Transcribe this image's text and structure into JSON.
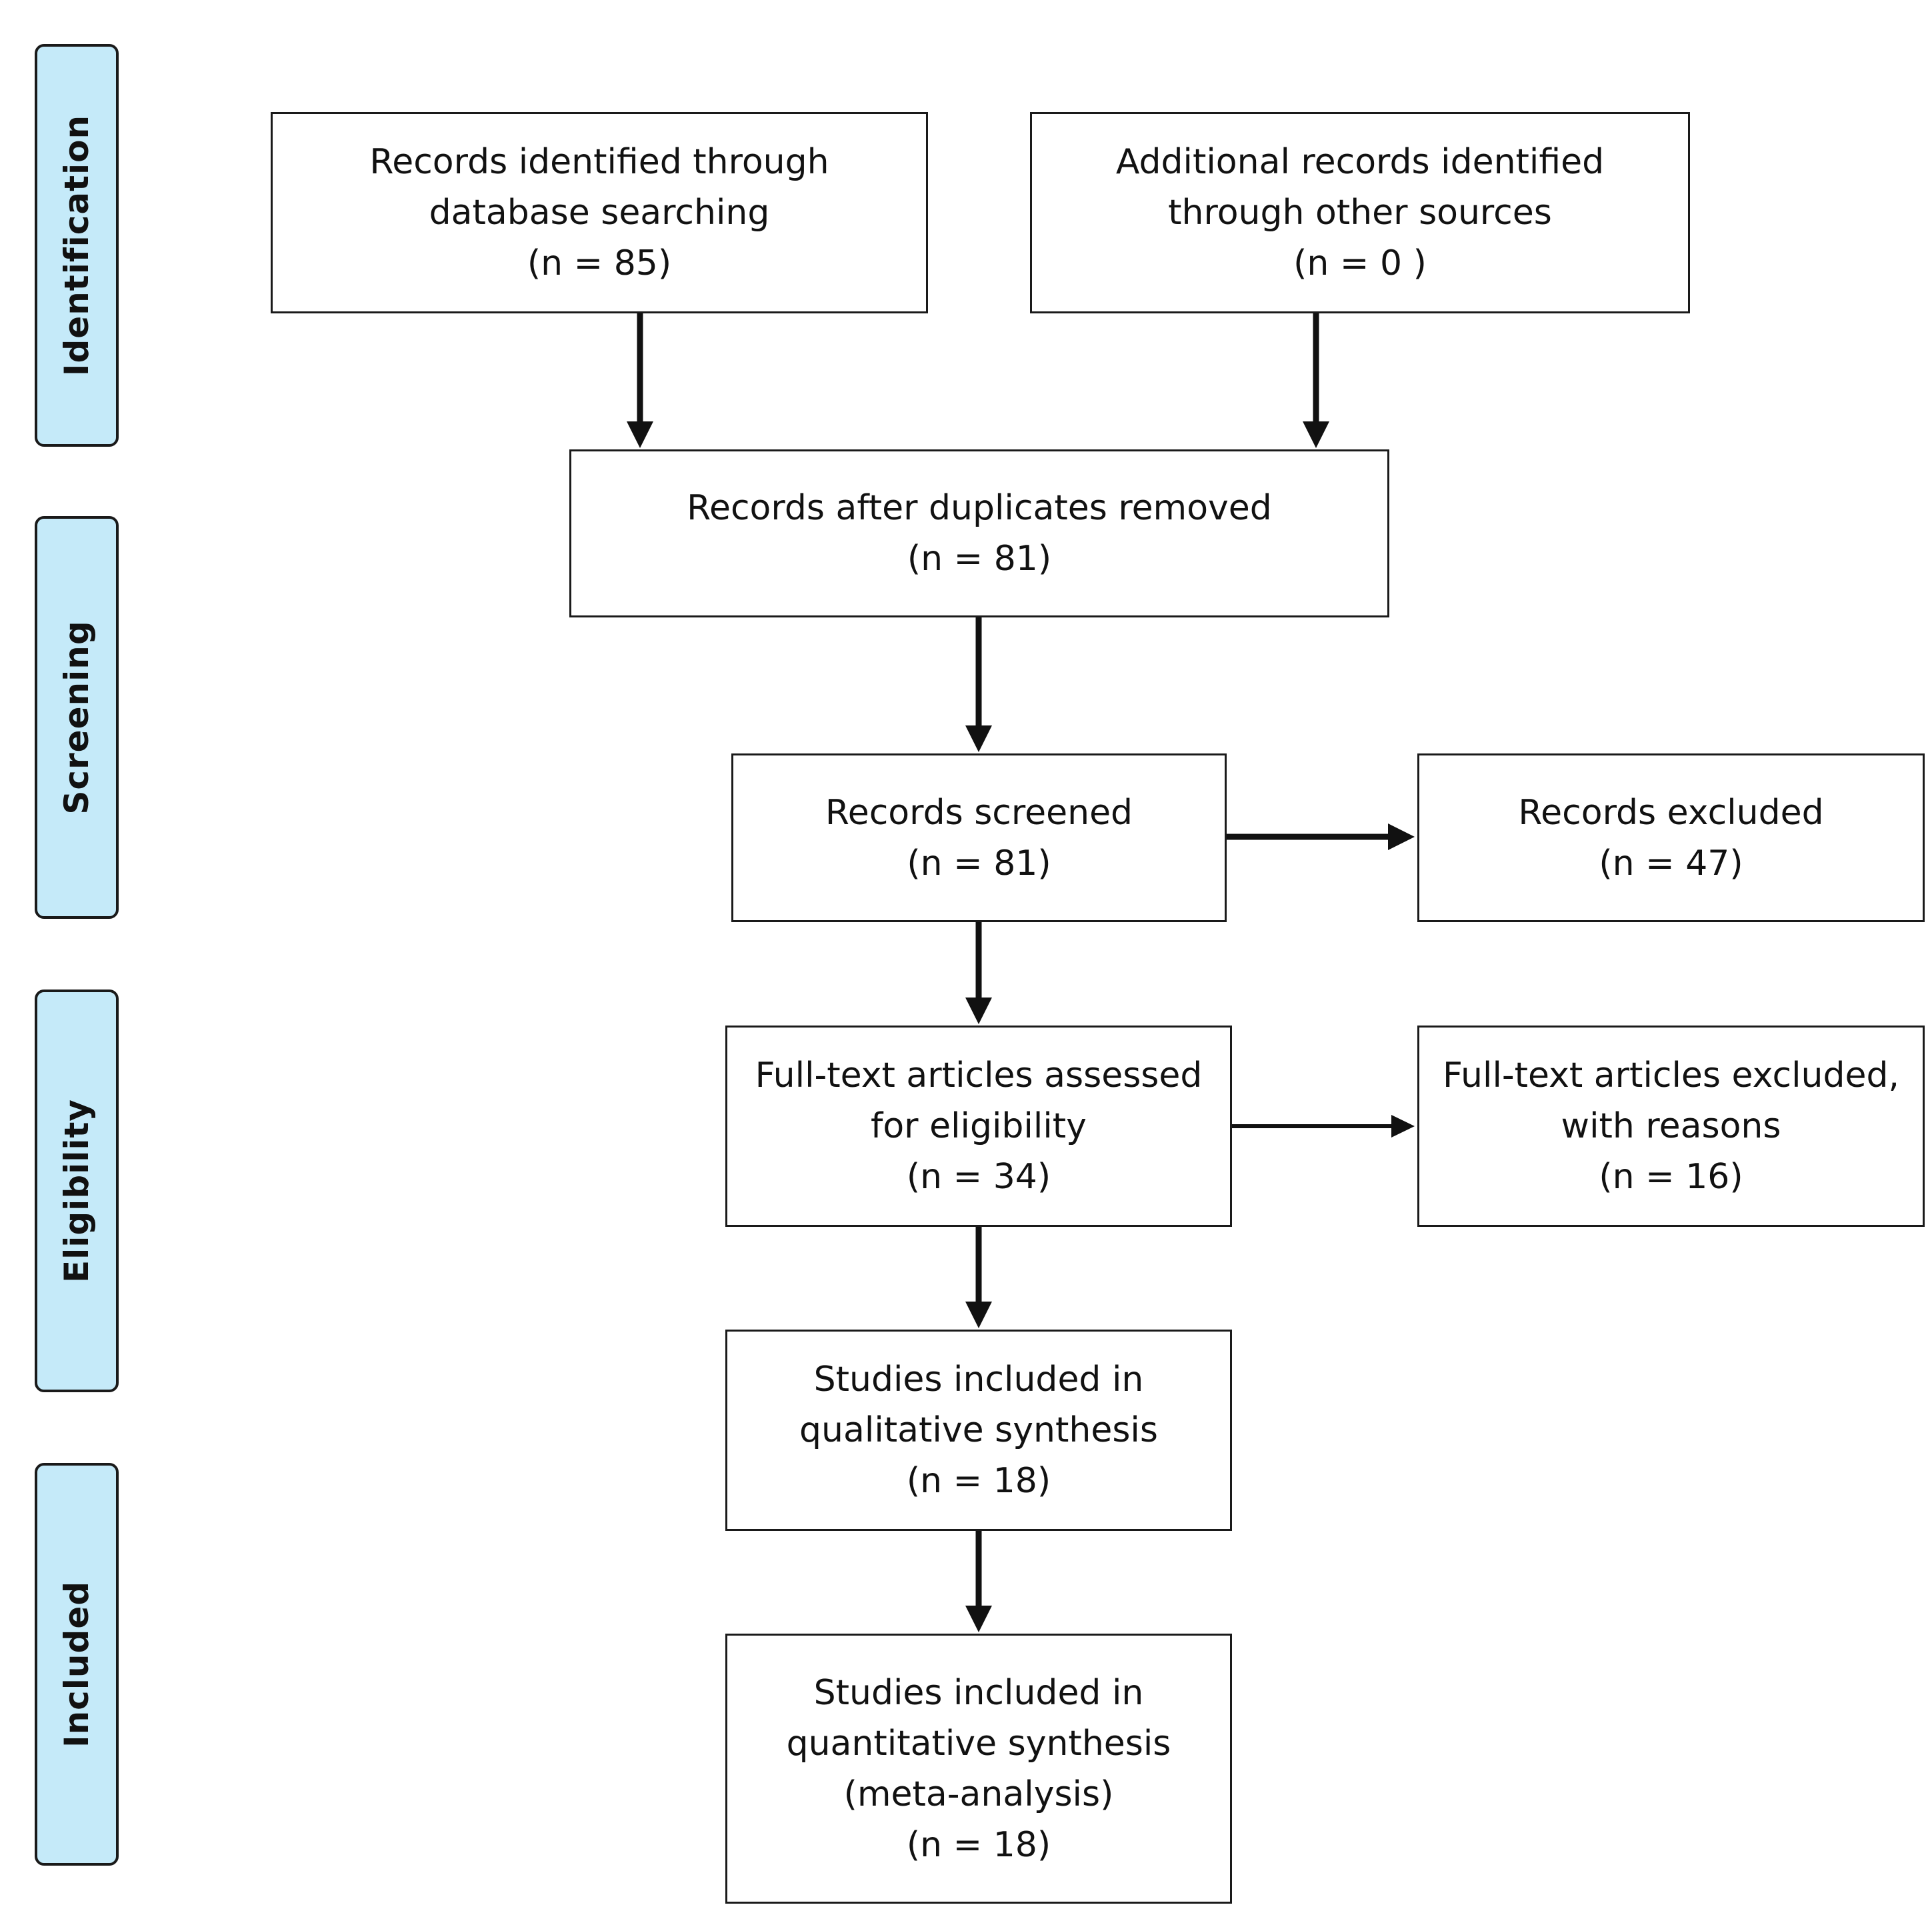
{
  "phases": {
    "identification": "Identification",
    "screening": "Screening",
    "eligibility": "Eligibility",
    "included": "Included"
  },
  "boxes": {
    "database": {
      "line1": "Records identified through",
      "line2": "database searching",
      "count": "(n =  85)"
    },
    "other": {
      "line1": "Additional records identified",
      "line2": "through other sources",
      "count": "(n =  0 )"
    },
    "after_duplicates": {
      "line1": "Records after duplicates removed",
      "count": "(n =  81)"
    },
    "screened": {
      "line1": "Records screened",
      "count": "(n =  81)"
    },
    "excluded": {
      "line1": "Records excluded",
      "count": "(n =  47)"
    },
    "fulltext": {
      "line1": "Full-text articles assessed",
      "line2": "for eligibility",
      "count": "(n =  34)"
    },
    "fulltext_excluded": {
      "line1": "Full-text articles excluded,",
      "line2": "with reasons",
      "count": "(n =   16)"
    },
    "qualitative": {
      "line1": "Studies included in",
      "line2": "qualitative synthesis",
      "count": "(n =   18)"
    },
    "quantitative": {
      "line1": "Studies included in",
      "line2": "quantitative synthesis",
      "line3": "(meta-analysis)",
      "count": "(n =   18)"
    }
  }
}
